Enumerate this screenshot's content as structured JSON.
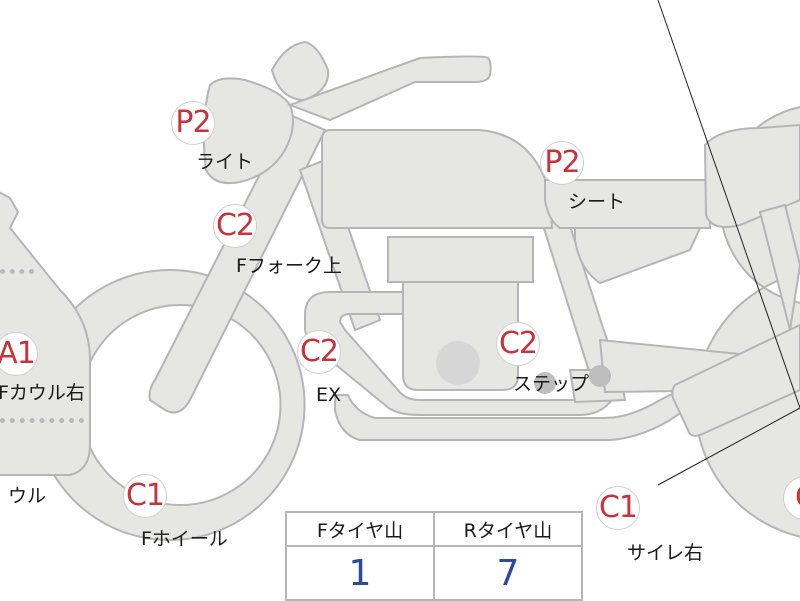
{
  "diagram": {
    "subject": "motorcycle damage inspection diagram",
    "colors": {
      "part_fill": "#e6e6e3",
      "part_stroke": "#b5b5b8",
      "badge_text": "#c8323a",
      "value_text": "#2e4a9c"
    },
    "markers": [
      {
        "code": "P2",
        "label": "ライト"
      },
      {
        "code": "C2",
        "label": "Fフォーク上"
      },
      {
        "code": "P2",
        "label": "シート"
      },
      {
        "code": "A1",
        "label": "Fカウル右"
      },
      {
        "code": "C2",
        "label": "EX"
      },
      {
        "code": "C2",
        "label": "ステップ"
      },
      {
        "code": "C1",
        "label": "Fホイール"
      },
      {
        "code": "C1",
        "label": "サイレ右"
      },
      {
        "code": "",
        "label": "ウル"
      },
      {
        "code": "C",
        "label": ""
      }
    ]
  },
  "tread_table": {
    "headers": [
      "Fタイヤ山",
      "Rタイヤ山"
    ],
    "values": [
      "1",
      "7"
    ]
  }
}
